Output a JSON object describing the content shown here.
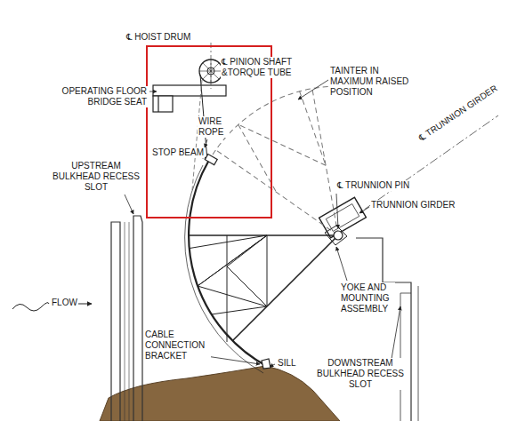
{
  "diagram": {
    "labels": [
      "℄ HOIST DRUM",
      "℄ PINION SHAFT &TORQUE TUBE",
      "TAINTER IN MAXIMUM RAISED POSITION",
      "OPERATING FLOOR BRIDGE SEAT",
      "WIRE ROPE",
      "STOP BEAM",
      "UPSTREAM BULKHEAD RECESS SLOT",
      "℄ TRUNNION GIRDER",
      "℄ TRUNNION PIN",
      "TRUNNION GIRDER",
      "FLOW",
      "YOKE AND MOUNTING ASSEMBLY",
      "CABLE CONNECTION BRACKET",
      "SILL",
      "DOWNSTREAM BULKHEAD RECESS SLOT"
    ]
  }
}
